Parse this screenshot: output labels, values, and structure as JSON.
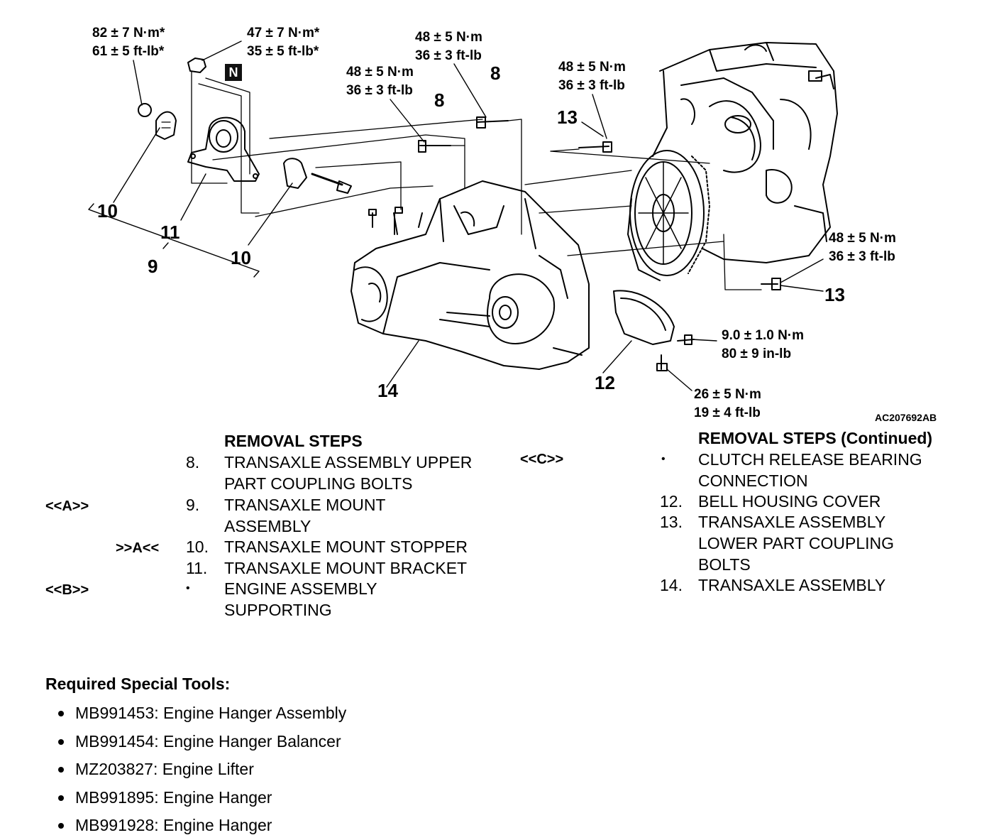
{
  "diagram": {
    "torques": {
      "t1": [
        "82 ± 7 N·m*",
        "61 ± 5 ft-lb*"
      ],
      "t2": [
        "47 ± 7 N·m*",
        "35 ± 5 ft-lb*"
      ],
      "t3": [
        "48 ± 5 N·m",
        "36 ± 3 ft-lb"
      ],
      "t4": [
        "48 ± 5 N·m",
        "36 ± 3 ft-lb"
      ],
      "t5": [
        "48 ± 5 N·m",
        "36 ± 3 ft-lb"
      ],
      "t6": [
        "48 ± 5 N·m",
        "36 ± 3 ft-lb"
      ],
      "t7": [
        "9.0 ± 1.0 N·m",
        "80 ± 9 in-lb"
      ],
      "t8": [
        "26 ± 5 N·m",
        "19 ± 4 ft-lb"
      ]
    },
    "n_mark": "N",
    "callouts": {
      "c8a": "8",
      "c8b": "8",
      "c13a": "13",
      "c13b": "13",
      "c10a": "10",
      "c10b": "10",
      "c11": "11",
      "c9": "9",
      "c14": "14",
      "c12": "12"
    },
    "figure_id": "AC207692AB"
  },
  "removal_steps": {
    "heading": "REMOVAL STEPS",
    "rows": [
      {
        "tag": "",
        "num": "8.",
        "lines": [
          "TRANSAXLE ASSEMBLY UPPER",
          "PART COUPLING BOLTS"
        ]
      },
      {
        "tag": "<<A>>",
        "num": "9.",
        "lines": [
          "TRANSAXLE MOUNT",
          "ASSEMBLY"
        ]
      },
      {
        "tag": ">>A<<",
        "num": "10.",
        "lines": [
          "TRANSAXLE MOUNT STOPPER"
        ]
      },
      {
        "tag": "",
        "num": "11.",
        "lines": [
          "TRANSAXLE MOUNT BRACKET"
        ]
      },
      {
        "tag": "<<B>>",
        "num": "•",
        "lines": [
          "ENGINE ASSEMBLY",
          "SUPPORTING"
        ]
      }
    ]
  },
  "removal_steps_continued": {
    "heading": "REMOVAL STEPS (Continued)",
    "rows": [
      {
        "tag": "<<C>>",
        "num": "•",
        "lines": [
          "CLUTCH RELEASE BEARING",
          "CONNECTION"
        ]
      },
      {
        "tag": "",
        "num": "12.",
        "lines": [
          "BELL HOUSING COVER"
        ]
      },
      {
        "tag": "",
        "num": "13.",
        "lines": [
          "TRANSAXLE ASSEMBLY",
          "LOWER PART COUPLING",
          "BOLTS"
        ]
      },
      {
        "tag": "",
        "num": "14.",
        "lines": [
          "TRANSAXLE ASSEMBLY"
        ]
      }
    ]
  },
  "special_tools": {
    "title": "Required Special Tools:",
    "items": [
      "MB991453: Engine Hanger Assembly",
      "MB991454: Engine Hanger Balancer",
      "MZ203827: Engine Lifter",
      "MB991895: Engine Hanger",
      "MB991928: Engine Hanger"
    ]
  }
}
